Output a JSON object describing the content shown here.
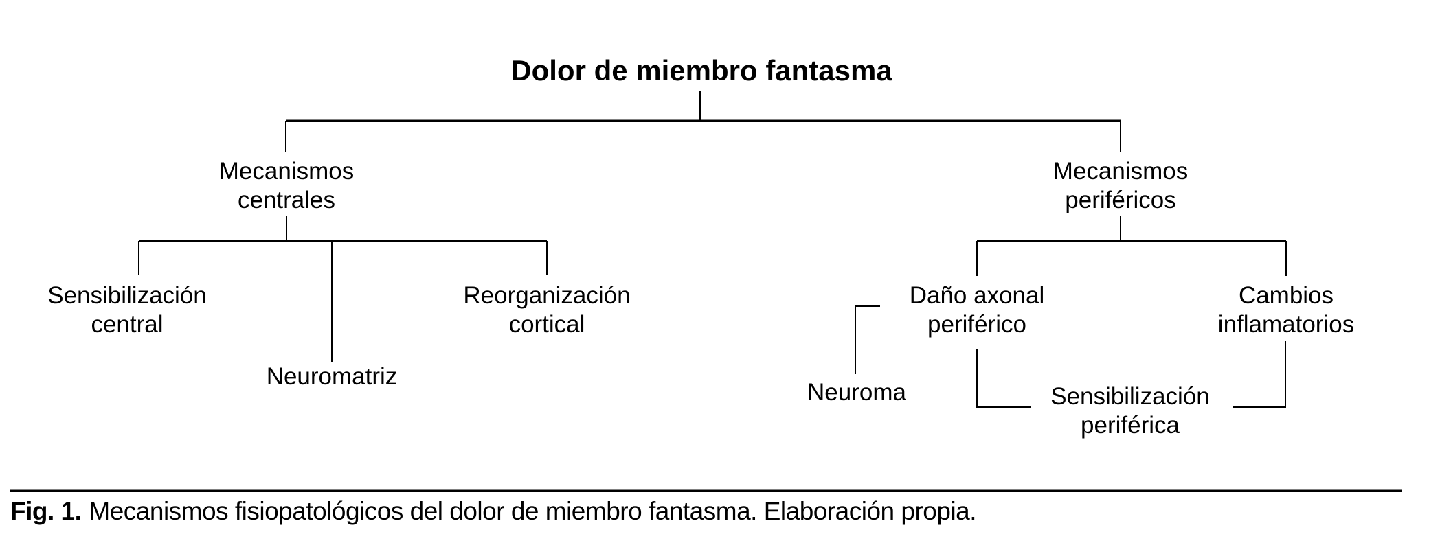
{
  "nodes": {
    "root": "Dolor de miembro fantasma",
    "central": "Mecanismos\ncentrales",
    "sensibilizacion_central": "Sensibilización\ncentral",
    "neuromatriz": "Neuromatriz",
    "reorganizacion_cortical": "Reorganización\ncortical",
    "periferico": "Mecanismos\nperiféricos",
    "dano_axonal": "Daño axonal\nperiférico",
    "cambios_inflamatorios": "Cambios\ninflamatorios",
    "neuroma": "Neuroma",
    "sensibilizacion_periferica": "Sensibilización\nperiférica"
  },
  "hierarchy": {
    "root": "Dolor de miembro fantasma",
    "children": [
      {
        "label": "Mecanismos centrales",
        "children": [
          "Sensibilización central",
          "Neuromatriz",
          "Reorganización cortical"
        ]
      },
      {
        "label": "Mecanismos periféricos",
        "children": [
          "Daño axonal periférico",
          "Cambios inflamatorios"
        ],
        "related": [
          "Neuroma",
          "Sensibilización periférica"
        ]
      }
    ]
  },
  "figure": {
    "label": "Fig. 1.",
    "caption": "Mecanismos fisiopatológicos del dolor de miembro fantasma. Elaboración propia."
  },
  "colors": {
    "line": "#000000",
    "text": "#000000",
    "background": "#ffffff"
  }
}
